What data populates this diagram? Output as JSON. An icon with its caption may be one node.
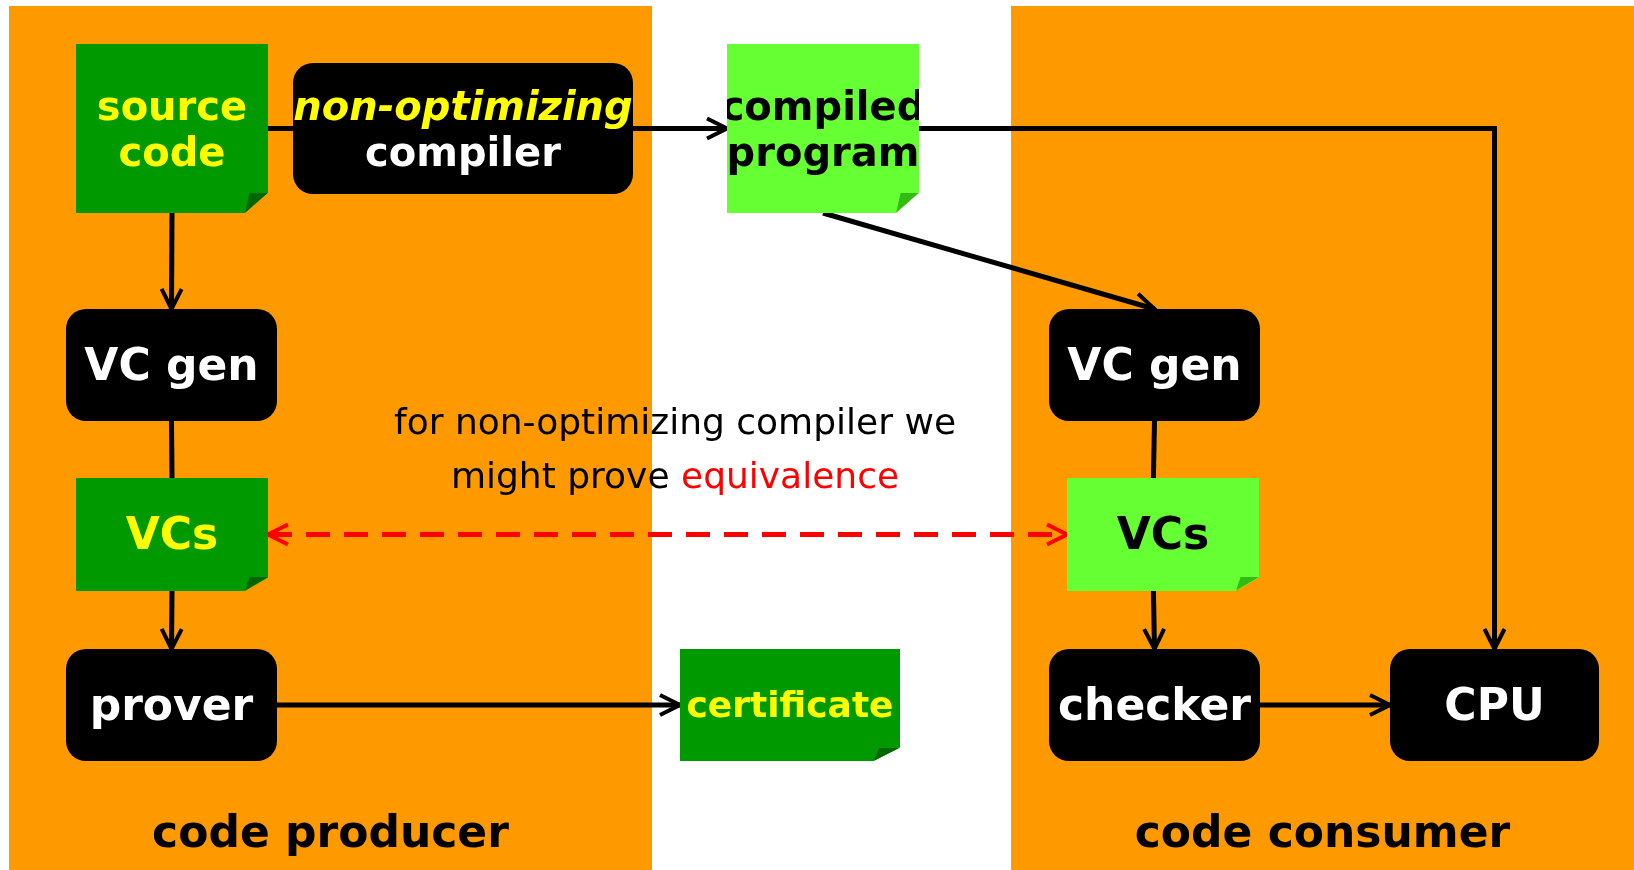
{
  "diagram": {
    "nodes": [
      {
        "text": [
          "code producer"
        ]
      },
      {
        "text": [
          "source code"
        ],
        "in": 0
      },
      {
        "text": [
          "non-optimizing",
          "compiler"
        ],
        "in": 0
      },
      {
        "text": [
          "VC gen"
        ],
        "in": 0
      },
      {
        "text": [
          "VCs"
        ],
        "in": 0
      },
      {
        "text": [
          "prover"
        ],
        "in": 0
      },
      {
        "text": [
          "compiled program"
        ]
      },
      {
        "text": [
          "certificate"
        ]
      },
      {
        "text": [
          "code consumer"
        ]
      },
      {
        "text": [
          "VC gen"
        ],
        "in": 8
      },
      {
        "text": [
          "VCs"
        ],
        "in": 8
      },
      {
        "text": [
          "checker"
        ],
        "in": 8
      },
      {
        "text": [
          "CPU"
        ],
        "in": 8
      }
    ],
    "edges": [
      {
        "from": 1,
        "to": 2,
        "arrow": "none"
      },
      {
        "from": 2,
        "to": 6,
        "arrow": "to"
      },
      {
        "from": 1,
        "to": 3,
        "arrow": "to"
      },
      {
        "from": 3,
        "to": 4,
        "arrow": "none"
      },
      {
        "from": 4,
        "to": 5,
        "arrow": "to"
      },
      {
        "from": 5,
        "to": 7,
        "arrow": "to"
      },
      {
        "from": 4,
        "to": 10,
        "arrow": "both",
        "style": "dashed",
        "color": "#ff0000"
      },
      {
        "from": 6,
        "to": 9,
        "arrow": "to"
      },
      {
        "from": 6,
        "to": 12,
        "arrow": "to"
      },
      {
        "from": 9,
        "to": 10,
        "arrow": "none"
      },
      {
        "from": 10,
        "to": 11,
        "arrow": "to"
      },
      {
        "from": 11,
        "to": 12,
        "arrow": "to"
      }
    ],
    "labels": [
      "for non-optimizing compiler we might prove",
      "equivalence"
    ]
  }
}
